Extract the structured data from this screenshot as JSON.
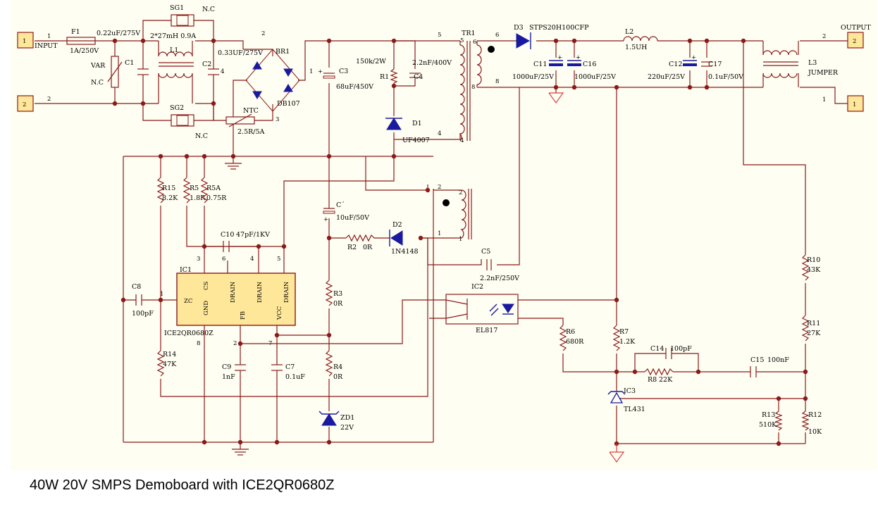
{
  "caption": "40W 20V SMPS Demoboard with ICE2QR0680Z",
  "labels": {
    "input": "INPUT",
    "output": "OUTPUT",
    "j_in1": "1",
    "j_in2": "2",
    "j_out2": "2",
    "j_out1": "1",
    "n_in1": "1",
    "n_in2": "2",
    "n_out2": "2",
    "n_out1": "1",
    "f1": "F1",
    "f1_val": "1A/250V",
    "sg1": "SG1",
    "sg1_nc": "N.C",
    "sg2": "SG2",
    "sg2_nc": "N.C",
    "cx": "0.22uF/275V",
    "l1_val": "2*27mH 0.9A",
    "l1": "L1",
    "var": "VAR",
    "var_nc": "N.C",
    "c1": "C1",
    "c2": "C2",
    "c2_pin": "4",
    "c2_val": "0.33UF/275V",
    "br1": "BR1",
    "db107": "DB107",
    "br_pin2": "2",
    "br_pin1": "1",
    "br_pin3": "3",
    "ntc": "NTC",
    "ntc_val": "2.5R/5A",
    "c3": "C3",
    "c3_val": "68uF/450V",
    "r1": "R1",
    "r1_val": "150k/2W",
    "c4": "C4",
    "c4_val": "2.2nF/400V",
    "d1": "D1",
    "d1_val": "UF4007",
    "tr1": "TR1",
    "tr_p5": "5",
    "tr_p4": "4",
    "tr_p6": "6",
    "tr_p8": "8",
    "tr_a5": "5",
    "tr_a4": "4",
    "tr_b6": "6",
    "tr_b8": "8",
    "d3": "D3",
    "d3_val": "STPS20H100CFP",
    "c11": "C11",
    "c11_val": "1000uF/25V",
    "c16": "C16",
    "c16_val": "1000uF/25V",
    "l2": "L2",
    "l2_val": "1.5UH",
    "c12": "C12",
    "c12_val": "220uF/25V",
    "c17": "C17",
    "c17_val": "0.1uF/50V",
    "l3": "L3",
    "l3_val": "JUMPER",
    "r15": "R15",
    "r15_val": "8.2K",
    "r5": "R5",
    "r5_val": "1.8R",
    "r5a": "R5A",
    "r5a_val": "0.75R",
    "c10": "C10",
    "c10_val": "47pF/1KV",
    "cvcc": "C´",
    "cvcc_val": "10uF/50V",
    "r2": "R2",
    "r2_val": "0R",
    "d2": "D2",
    "d2_val": "1N4148",
    "aux_p2": "2",
    "aux_p1": "1",
    "aux_b2": "2",
    "aux_b1": "1",
    "c5": "C5",
    "c5_val": "2.2nF/250V",
    "ic1": "IC1",
    "ic1_val": "ICE2QR0680Z",
    "pin_zc": "ZC",
    "pin_gnd": "GND",
    "pin_cs": "CS",
    "pin_fb": "FB",
    "pin_vcc": "VCC",
    "pin_d1": "DRAIN",
    "pin_d2": "DRAIN",
    "pin_d3": "DRAIN",
    "pn3": "3",
    "pn6": "6",
    "pn4": "4",
    "pn5": "5",
    "pn1": "1",
    "pn8": "8",
    "pn2": "2",
    "pn7": "7",
    "c8": "C8",
    "c8_val": "100pF",
    "r14": "R14",
    "r14_val": "47K",
    "c9": "C9",
    "c9_val": "1nF",
    "c7": "C7",
    "c7_val": "0.1uF",
    "r3": "R3",
    "r3_val": "0R",
    "r4": "R4",
    "r4_val": "0R",
    "zd1": "ZD1",
    "zd1_val": "22V",
    "ic2": "IC2",
    "ic2_val": "EL817",
    "r6": "R6",
    "r6_val": "680R",
    "r7": "R7",
    "r7_val": "1.2K",
    "c14": "C14",
    "c14_val": "100pF",
    "r8": "R8",
    "r8_val": "22K",
    "c15": "C15",
    "c15_val": "100nF",
    "r10": "R10",
    "r10_val": "43K",
    "r11": "R11",
    "r11_val": "27K",
    "ic3": "IC3",
    "ic3_val": "TL431",
    "r13": "R13",
    "r13_val": "510K",
    "r12": "R12",
    "r12_val": "10K"
  }
}
